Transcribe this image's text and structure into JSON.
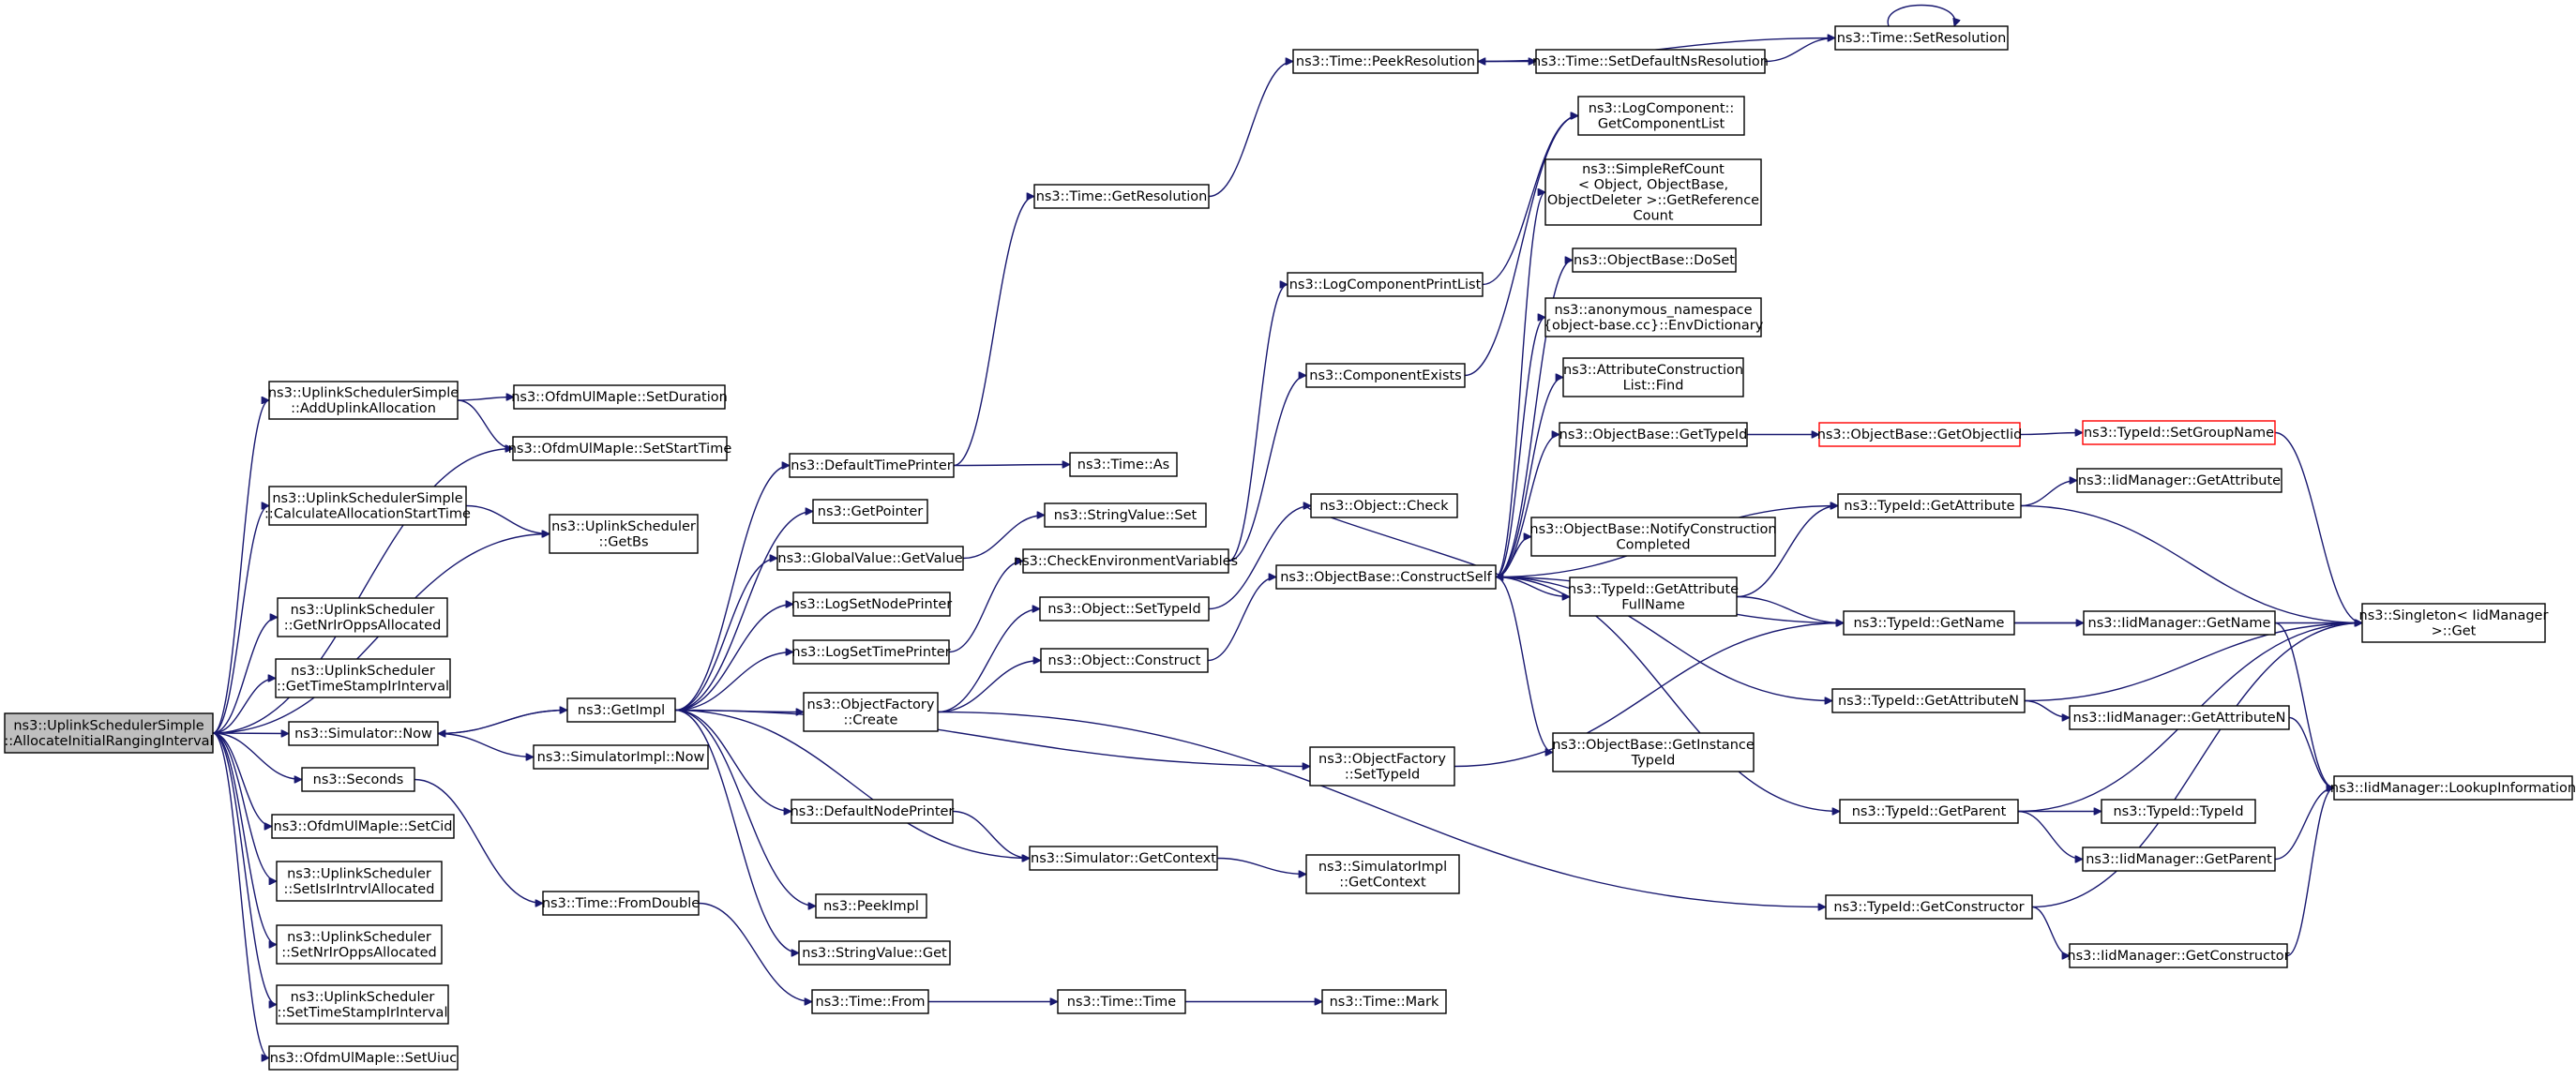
{
  "diagram": {
    "type": "call-graph",
    "colors": {
      "edge": "#191970",
      "border": "#000000",
      "root_fill": "#bfbfbf",
      "highlight_border": "#ff0000"
    },
    "nodes": [
      {
        "id": "root",
        "lines": [
          "ns3::UplinkSchedulerSimple",
          "::AllocateInitialRangingInterval"
        ]
      },
      {
        "id": "addUplink",
        "lines": [
          "ns3::UplinkSchedulerSimple",
          "::AddUplinkAllocation"
        ]
      },
      {
        "id": "calcAlloc",
        "lines": [
          "ns3::UplinkSchedulerSimple",
          "::CalculateAllocationStartTime"
        ]
      },
      {
        "id": "getNrIrOpps",
        "lines": [
          "ns3::UplinkScheduler",
          "::GetNrIrOppsAllocated"
        ]
      },
      {
        "id": "getTsIr",
        "lines": [
          "ns3::UplinkScheduler",
          "::GetTimeStampIrInterval"
        ]
      },
      {
        "id": "simNow",
        "lines": [
          "ns3::Simulator::Now"
        ]
      },
      {
        "id": "seconds",
        "lines": [
          "ns3::Seconds"
        ]
      },
      {
        "id": "setCid",
        "lines": [
          "ns3::OfdmUlMapIe::SetCid"
        ]
      },
      {
        "id": "setIsIr",
        "lines": [
          "ns3::UplinkScheduler",
          "::SetIsIrIntrvlAllocated"
        ]
      },
      {
        "id": "setNrIr",
        "lines": [
          "ns3::UplinkScheduler",
          "::SetNrIrOppsAllocated"
        ]
      },
      {
        "id": "setTsIr",
        "lines": [
          "ns3::UplinkScheduler",
          "::SetTimeStampIrInterval"
        ]
      },
      {
        "id": "setUiuc",
        "lines": [
          "ns3::OfdmUlMapIe::SetUiuc"
        ]
      },
      {
        "id": "setDuration",
        "lines": [
          "ns3::OfdmUlMapIe::SetDuration"
        ]
      },
      {
        "id": "setStartTime",
        "lines": [
          "ns3::OfdmUlMapIe::SetStartTime"
        ]
      },
      {
        "id": "getBs",
        "lines": [
          "ns3::UplinkScheduler",
          "::GetBs"
        ]
      },
      {
        "id": "getImpl",
        "lines": [
          "ns3::GetImpl"
        ]
      },
      {
        "id": "simImplNow",
        "lines": [
          "ns3::SimulatorImpl::Now"
        ]
      },
      {
        "id": "fromDouble",
        "lines": [
          "ns3::Time::FromDouble"
        ]
      },
      {
        "id": "defTimePrinter",
        "lines": [
          "ns3::DefaultTimePrinter"
        ]
      },
      {
        "id": "getPointer",
        "lines": [
          "ns3::GetPointer"
        ]
      },
      {
        "id": "gvGetValue",
        "lines": [
          "ns3::GlobalValue::GetValue"
        ]
      },
      {
        "id": "logSetNode",
        "lines": [
          "ns3::LogSetNodePrinter"
        ]
      },
      {
        "id": "logSetTime",
        "lines": [
          "ns3::LogSetTimePrinter"
        ]
      },
      {
        "id": "ofCreate",
        "lines": [
          "ns3::ObjectFactory",
          "::Create"
        ]
      },
      {
        "id": "defNodePrinter",
        "lines": [
          "ns3::DefaultNodePrinter"
        ]
      },
      {
        "id": "peekImpl",
        "lines": [
          "ns3::PeekImpl"
        ]
      },
      {
        "id": "svGet",
        "lines": [
          "ns3::StringValue::Get"
        ]
      },
      {
        "id": "timeFrom",
        "lines": [
          "ns3::Time::From"
        ]
      },
      {
        "id": "getResolution",
        "lines": [
          "ns3::Time::GetResolution"
        ]
      },
      {
        "id": "timeAs",
        "lines": [
          "ns3::Time::As"
        ]
      },
      {
        "id": "svSet",
        "lines": [
          "ns3::StringValue::Set"
        ]
      },
      {
        "id": "checkEnv",
        "lines": [
          "ns3::CheckEnvironmentVariables"
        ]
      },
      {
        "id": "objSetTypeId",
        "lines": [
          "ns3::Object::SetTypeId"
        ]
      },
      {
        "id": "objConstruct",
        "lines": [
          "ns3::Object::Construct"
        ]
      },
      {
        "id": "simGetContext",
        "lines": [
          "ns3::Simulator::GetContext"
        ]
      },
      {
        "id": "timeTime",
        "lines": [
          "ns3::Time::Time"
        ]
      },
      {
        "id": "peekResolution",
        "lines": [
          "ns3::Time::PeekResolution"
        ]
      },
      {
        "id": "logCompPrint",
        "lines": [
          "ns3::LogComponentPrintList"
        ]
      },
      {
        "id": "compExists",
        "lines": [
          "ns3::ComponentExists"
        ]
      },
      {
        "id": "objCheck",
        "lines": [
          "ns3::Object::Check"
        ]
      },
      {
        "id": "obConstructSelf",
        "lines": [
          "ns3::ObjectBase::ConstructSelf"
        ]
      },
      {
        "id": "ofSetTypeId",
        "lines": [
          "ns3::ObjectFactory",
          "::SetTypeId"
        ]
      },
      {
        "id": "simImplGetContext",
        "lines": [
          "ns3::SimulatorImpl",
          "::GetContext"
        ]
      },
      {
        "id": "timeMark",
        "lines": [
          "ns3::Time::Mark"
        ]
      },
      {
        "id": "setDefaultNsRes",
        "lines": [
          "ns3::Time::SetDefaultNsResolution"
        ]
      },
      {
        "id": "setResolution",
        "lines": [
          "ns3::Time::SetResolution"
        ]
      },
      {
        "id": "getCompList",
        "lines": [
          "ns3::LogComponent::",
          "GetComponentList"
        ]
      },
      {
        "id": "simpleRefCount",
        "lines": [
          "ns3::SimpleRefCount",
          "< Object, ObjectBase,",
          " ObjectDeleter >::GetReference",
          "Count"
        ]
      },
      {
        "id": "obDoSet",
        "lines": [
          "ns3::ObjectBase::DoSet"
        ]
      },
      {
        "id": "envDictionary",
        "lines": [
          "ns3::anonymous_namespace",
          "{object-base.cc}::EnvDictionary"
        ]
      },
      {
        "id": "attrConsFind",
        "lines": [
          "ns3::AttributeConstruction",
          "List::Find"
        ]
      },
      {
        "id": "obGetTypeId",
        "lines": [
          "ns3::ObjectBase::GetTypeId"
        ]
      },
      {
        "id": "obNotify",
        "lines": [
          "ns3::ObjectBase::NotifyConstruction",
          "Completed"
        ]
      },
      {
        "id": "tidGetAttrFullName",
        "lines": [
          "ns3::TypeId::GetAttribute",
          "FullName"
        ]
      },
      {
        "id": "obGetInstTypeId",
        "lines": [
          "ns3::ObjectBase::GetInstance",
          "TypeId"
        ]
      },
      {
        "id": "obGetObjectIid",
        "lines": [
          "ns3::ObjectBase::GetObjectIid"
        ],
        "highlight": true
      },
      {
        "id": "tidSetGroupName",
        "lines": [
          "ns3::TypeId::SetGroupName"
        ],
        "highlight": true
      },
      {
        "id": "tidGetAttribute",
        "lines": [
          "ns3::TypeId::GetAttribute"
        ]
      },
      {
        "id": "tidGetName",
        "lines": [
          "ns3::TypeId::GetName"
        ]
      },
      {
        "id": "tidGetAttributeN",
        "lines": [
          "ns3::TypeId::GetAttributeN"
        ]
      },
      {
        "id": "tidGetParent",
        "lines": [
          "ns3::TypeId::GetParent"
        ]
      },
      {
        "id": "tidGetConstructor",
        "lines": [
          "ns3::TypeId::GetConstructor"
        ]
      },
      {
        "id": "iidGetAttribute",
        "lines": [
          "ns3::IidManager::GetAttribute"
        ]
      },
      {
        "id": "iidGetName",
        "lines": [
          "ns3::IidManager::GetName"
        ]
      },
      {
        "id": "iidGetAttributeN",
        "lines": [
          "ns3::IidManager::GetAttributeN"
        ]
      },
      {
        "id": "tidTypeId",
        "lines": [
          "ns3::TypeId::TypeId"
        ]
      },
      {
        "id": "iidGetParent",
        "lines": [
          "ns3::IidManager::GetParent"
        ]
      },
      {
        "id": "iidGetConstructor",
        "lines": [
          "ns3::IidManager::GetConstructor"
        ]
      },
      {
        "id": "singletonGet",
        "lines": [
          "ns3::Singleton< IidManager",
          " >::Get"
        ]
      },
      {
        "id": "iidLookup",
        "lines": [
          "ns3::IidManager::LookupInformation"
        ]
      }
    ]
  }
}
